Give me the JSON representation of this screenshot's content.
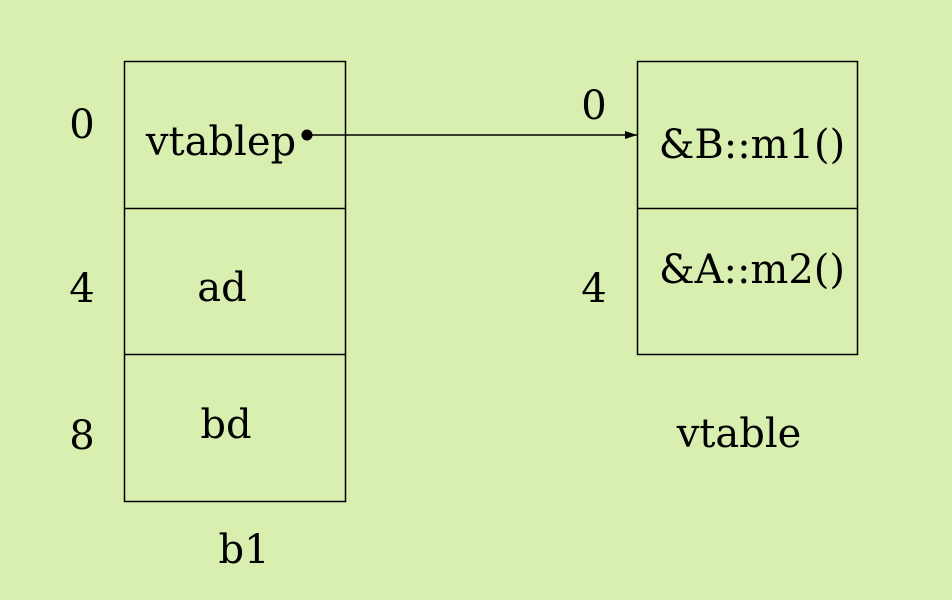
{
  "colors": {
    "background": "#d9efb0",
    "stroke": "#000000"
  },
  "object": {
    "name": "b1",
    "offsets": [
      "0",
      "4",
      "8"
    ],
    "fields": [
      "vtablep",
      "ad",
      "bd"
    ]
  },
  "vtable": {
    "name": "vtable",
    "offsets": [
      "0",
      "4"
    ],
    "entries": [
      "&B::m1()",
      "&A::m2()"
    ]
  },
  "pointer": {
    "from": "vtablep",
    "to": "&B::m1()",
    "start_marker": "filled-dot",
    "end_marker": "arrowhead"
  }
}
